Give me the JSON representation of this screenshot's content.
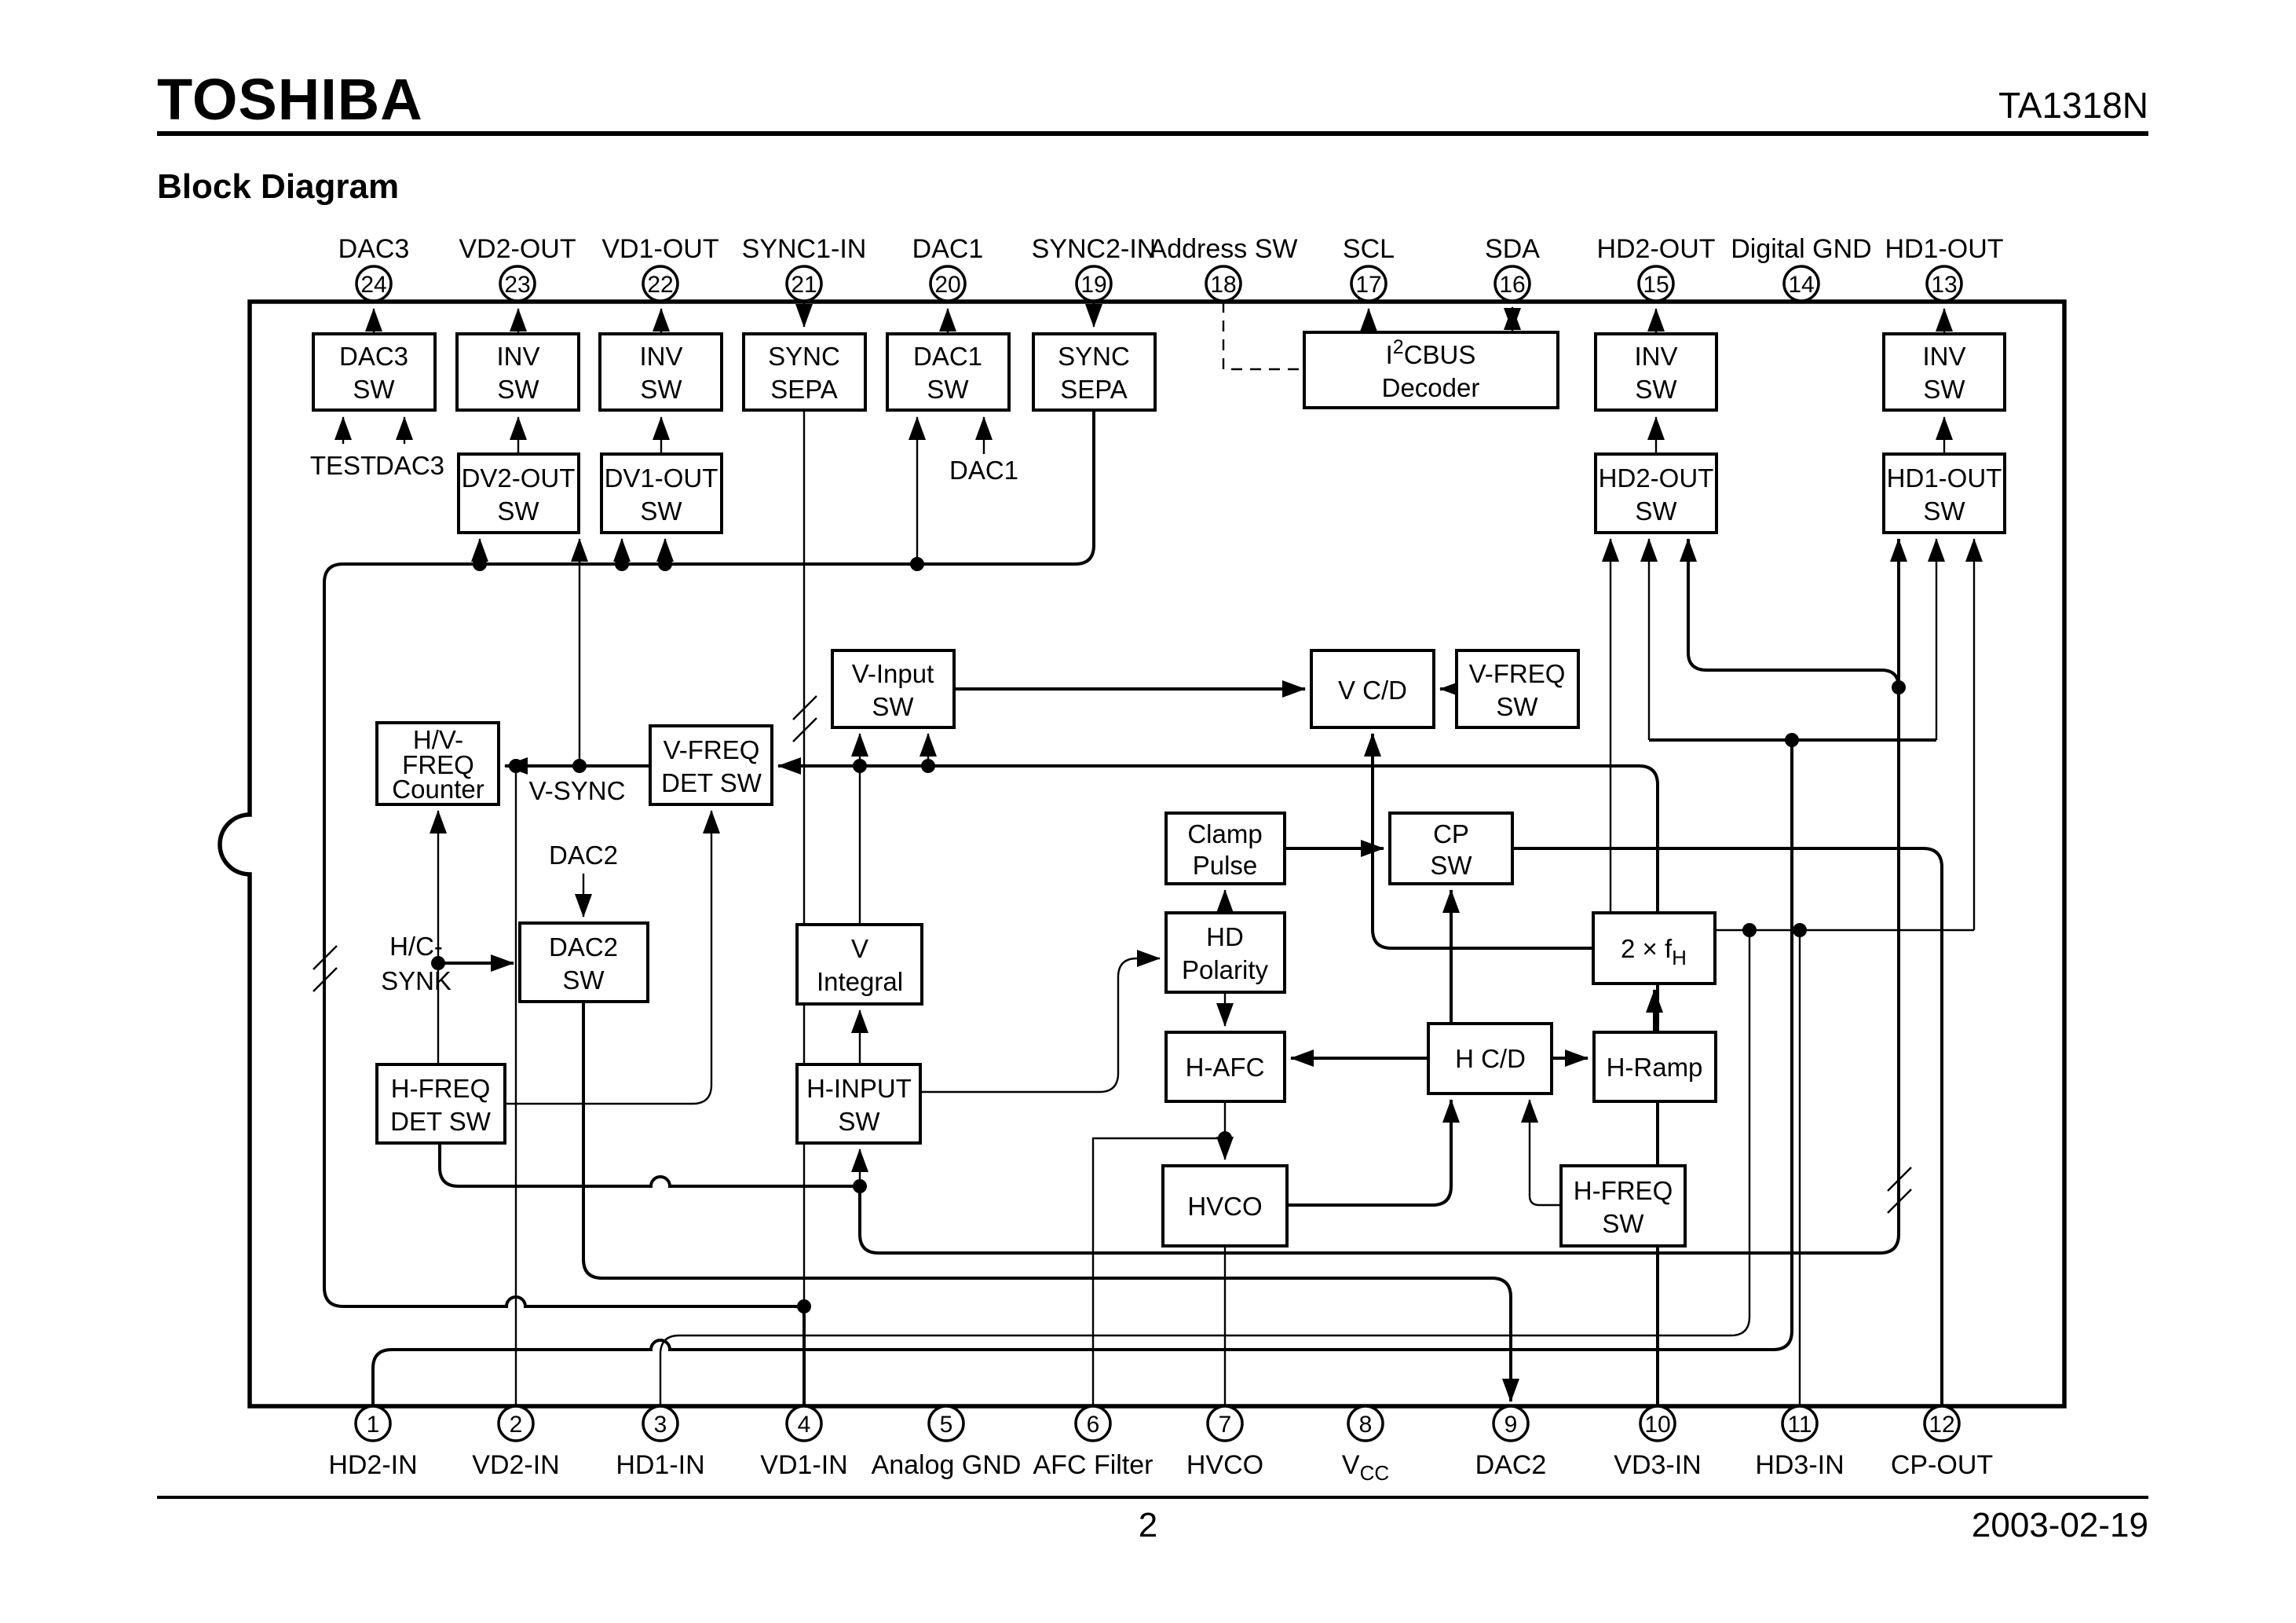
{
  "header": {
    "brand": "TOSHIBA",
    "part": "TA1318N",
    "title": "Block Diagram"
  },
  "footer": {
    "page": "2",
    "date": "2003-02-19"
  },
  "pins_top": [
    {
      "n": "24",
      "label": "DAC3"
    },
    {
      "n": "23",
      "label": "VD2-OUT"
    },
    {
      "n": "22",
      "label": "VD1-OUT"
    },
    {
      "n": "21",
      "label": "SYNC1-IN"
    },
    {
      "n": "20",
      "label": "DAC1"
    },
    {
      "n": "19",
      "label": "SYNC2-IN"
    },
    {
      "n": "18",
      "label": "Address SW"
    },
    {
      "n": "17",
      "label": "SCL"
    },
    {
      "n": "16",
      "label": "SDA"
    },
    {
      "n": "15",
      "label": "HD2-OUT"
    },
    {
      "n": "14",
      "label": "Digital GND"
    },
    {
      "n": "13",
      "label": "HD1-OUT"
    }
  ],
  "pins_bottom": [
    {
      "n": "1",
      "label": "HD2-IN"
    },
    {
      "n": "2",
      "label": "VD2-IN"
    },
    {
      "n": "3",
      "label": "HD1-IN"
    },
    {
      "n": "4",
      "label": "VD1-IN"
    },
    {
      "n": "5",
      "label": "Analog GND"
    },
    {
      "n": "6",
      "label": "AFC Filter"
    },
    {
      "n": "7",
      "label": "HVCO"
    },
    {
      "n": "8",
      "label": "V",
      "label_sub": "CC"
    },
    {
      "n": "9",
      "label": "DAC2"
    },
    {
      "n": "10",
      "label": "VD3-IN"
    },
    {
      "n": "11",
      "label": "HD3-IN"
    },
    {
      "n": "12",
      "label": "CP-OUT"
    }
  ],
  "blocks": {
    "dac3_sw": {
      "l1": "DAC3",
      "l2": "SW"
    },
    "inv_sw_23": {
      "l1": "INV",
      "l2": "SW"
    },
    "inv_sw_22": {
      "l1": "INV",
      "l2": "SW"
    },
    "sync_sepa_21": {
      "l1": "SYNC",
      "l2": "SEPA"
    },
    "dac1_sw": {
      "l1": "DAC1",
      "l2": "SW"
    },
    "sync_sepa_19": {
      "l1": "SYNC",
      "l2": "SEPA"
    },
    "i2cbus": {
      "p1": "I",
      "sup": "2",
      "p2": "CBUS",
      "l2": "Decoder"
    },
    "inv_sw_15": {
      "l1": "INV",
      "l2": "SW"
    },
    "inv_sw_13": {
      "l1": "INV",
      "l2": "SW"
    },
    "dv2_out_sw": {
      "l1": "DV2-OUT",
      "l2": "SW"
    },
    "dv1_out_sw": {
      "l1": "DV1-OUT",
      "l2": "SW"
    },
    "hd2_out_sw": {
      "l1": "HD2-OUT",
      "l2": "SW"
    },
    "hd1_out_sw": {
      "l1": "HD1-OUT",
      "l2": "SW"
    },
    "v_input_sw": {
      "l1": "V-Input",
      "l2": "SW"
    },
    "v_cd": {
      "l1": "V C/D"
    },
    "v_freq_sw": {
      "l1": "V-FREQ",
      "l2": "SW"
    },
    "hv_freq_counter": {
      "l1": "H/V-",
      "l2": "FREQ",
      "l3": "Counter"
    },
    "v_freq_det_sw": {
      "l1": "V-FREQ",
      "l2": "DET SW"
    },
    "clamp_pulse": {
      "l1": "Clamp",
      "l2": "Pulse"
    },
    "cp_sw": {
      "l1": "CP",
      "l2": "SW"
    },
    "dac2_sw": {
      "l1": "DAC2",
      "l2": "SW"
    },
    "v_integral": {
      "l1": "V",
      "l2": "Integral"
    },
    "hd_polarity": {
      "l1": "HD",
      "l2": "Polarity"
    },
    "two_fh": {
      "p1": "2 × f",
      "sub": "H"
    },
    "h_freq_det_sw": {
      "l1": "H-FREQ",
      "l2": "DET SW"
    },
    "h_input_sw": {
      "l1": "H-INPUT",
      "l2": "SW"
    },
    "h_afc": {
      "l1": "H-AFC"
    },
    "h_cd": {
      "l1": "H C/D"
    },
    "h_ramp": {
      "l1": "H-Ramp"
    },
    "hvco": {
      "l1": "HVCO"
    },
    "h_freq_sw": {
      "l1": "H-FREQ",
      "l2": "SW"
    }
  },
  "labels": {
    "test": "TEST",
    "dac3": "DAC3",
    "dac1": "DAC1",
    "v_sync": "V-SYNC",
    "dac2": "DAC2",
    "hc_synk_1": "H/C-",
    "hc_synk_2": "SYNK"
  },
  "colors": {
    "ink": "#000000",
    "paper": "#ffffff"
  }
}
